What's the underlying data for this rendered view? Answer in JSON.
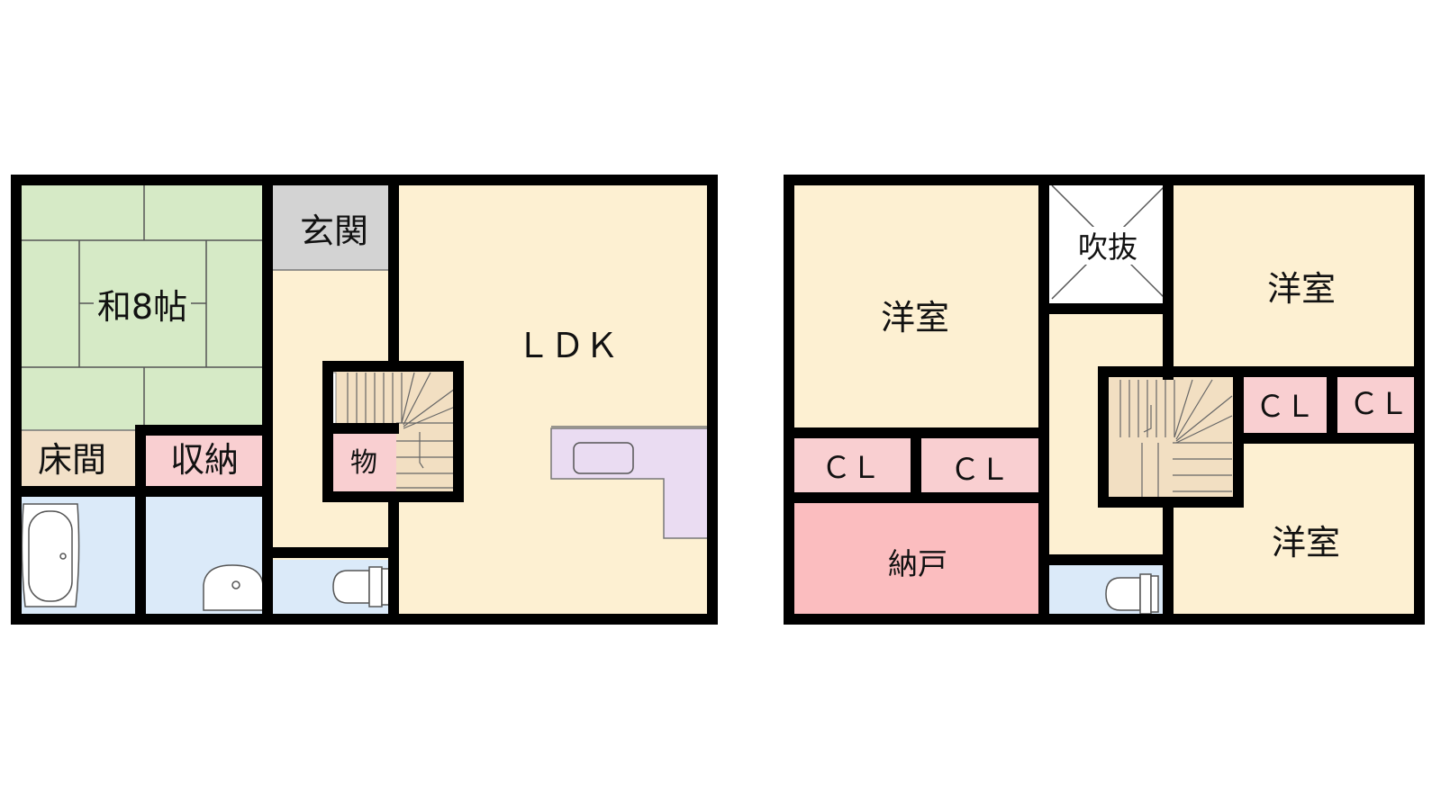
{
  "floor1": {
    "rooms": {
      "washitsu": "和8帖",
      "genkan": "玄関",
      "ldk": "ＬＤＫ",
      "tokonoma": "床間",
      "shuno": "収納",
      "mono": "物"
    }
  },
  "floor2": {
    "rooms": {
      "yoshitsu_left": "洋室",
      "fukinuke": "吹抜",
      "yoshitsu_upper_right": "洋室",
      "yoshitsu_lower_right": "洋室",
      "closet_1": "ＣＬ",
      "closet_2": "ＣＬ",
      "closet_3": "ＣＬ",
      "closet_4": "ＣＬ",
      "nando": "納戸"
    }
  },
  "colors": {
    "wall": "#000000",
    "room_cream": "#fdf0d2",
    "tatami_green": "#d6eac6",
    "genkan_gray": "#d3d3d3",
    "storage_pink": "#f9cfd1",
    "nando_pink": "#fbbdbf",
    "water_blue": "#dbeaf9",
    "kitchen_lavender": "#eadcf2",
    "tokonoma_beige": "#f2e0c8",
    "stair_tan": "#f2dfc2"
  }
}
